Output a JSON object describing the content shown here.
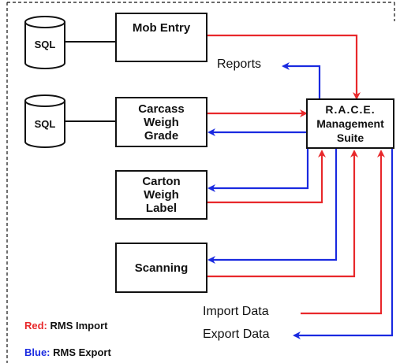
{
  "databases": [
    {
      "label": "SQL"
    },
    {
      "label": "SQL"
    }
  ],
  "nodes": {
    "mob_entry": {
      "lines": [
        "Mob Entry"
      ]
    },
    "carcass": {
      "lines": [
        "Carcass",
        "Weigh",
        "Grade"
      ]
    },
    "carton": {
      "lines": [
        "Carton",
        "Weigh",
        "Label"
      ]
    },
    "scanning": {
      "lines": [
        "Scanning"
      ]
    },
    "race": {
      "lines": [
        "R.A.C.E.",
        "Management",
        "Suite"
      ]
    }
  },
  "labels": {
    "reports": "Reports",
    "import_data": "Import Data",
    "export_data": "Export Data"
  },
  "legend": {
    "red_key": "Red:",
    "red_text": "RMS Import",
    "blue_key": "Blue:",
    "blue_text": "RMS Export"
  },
  "colors": {
    "import": "#e8282b",
    "export": "#1a2ae0",
    "line": "#111111"
  }
}
